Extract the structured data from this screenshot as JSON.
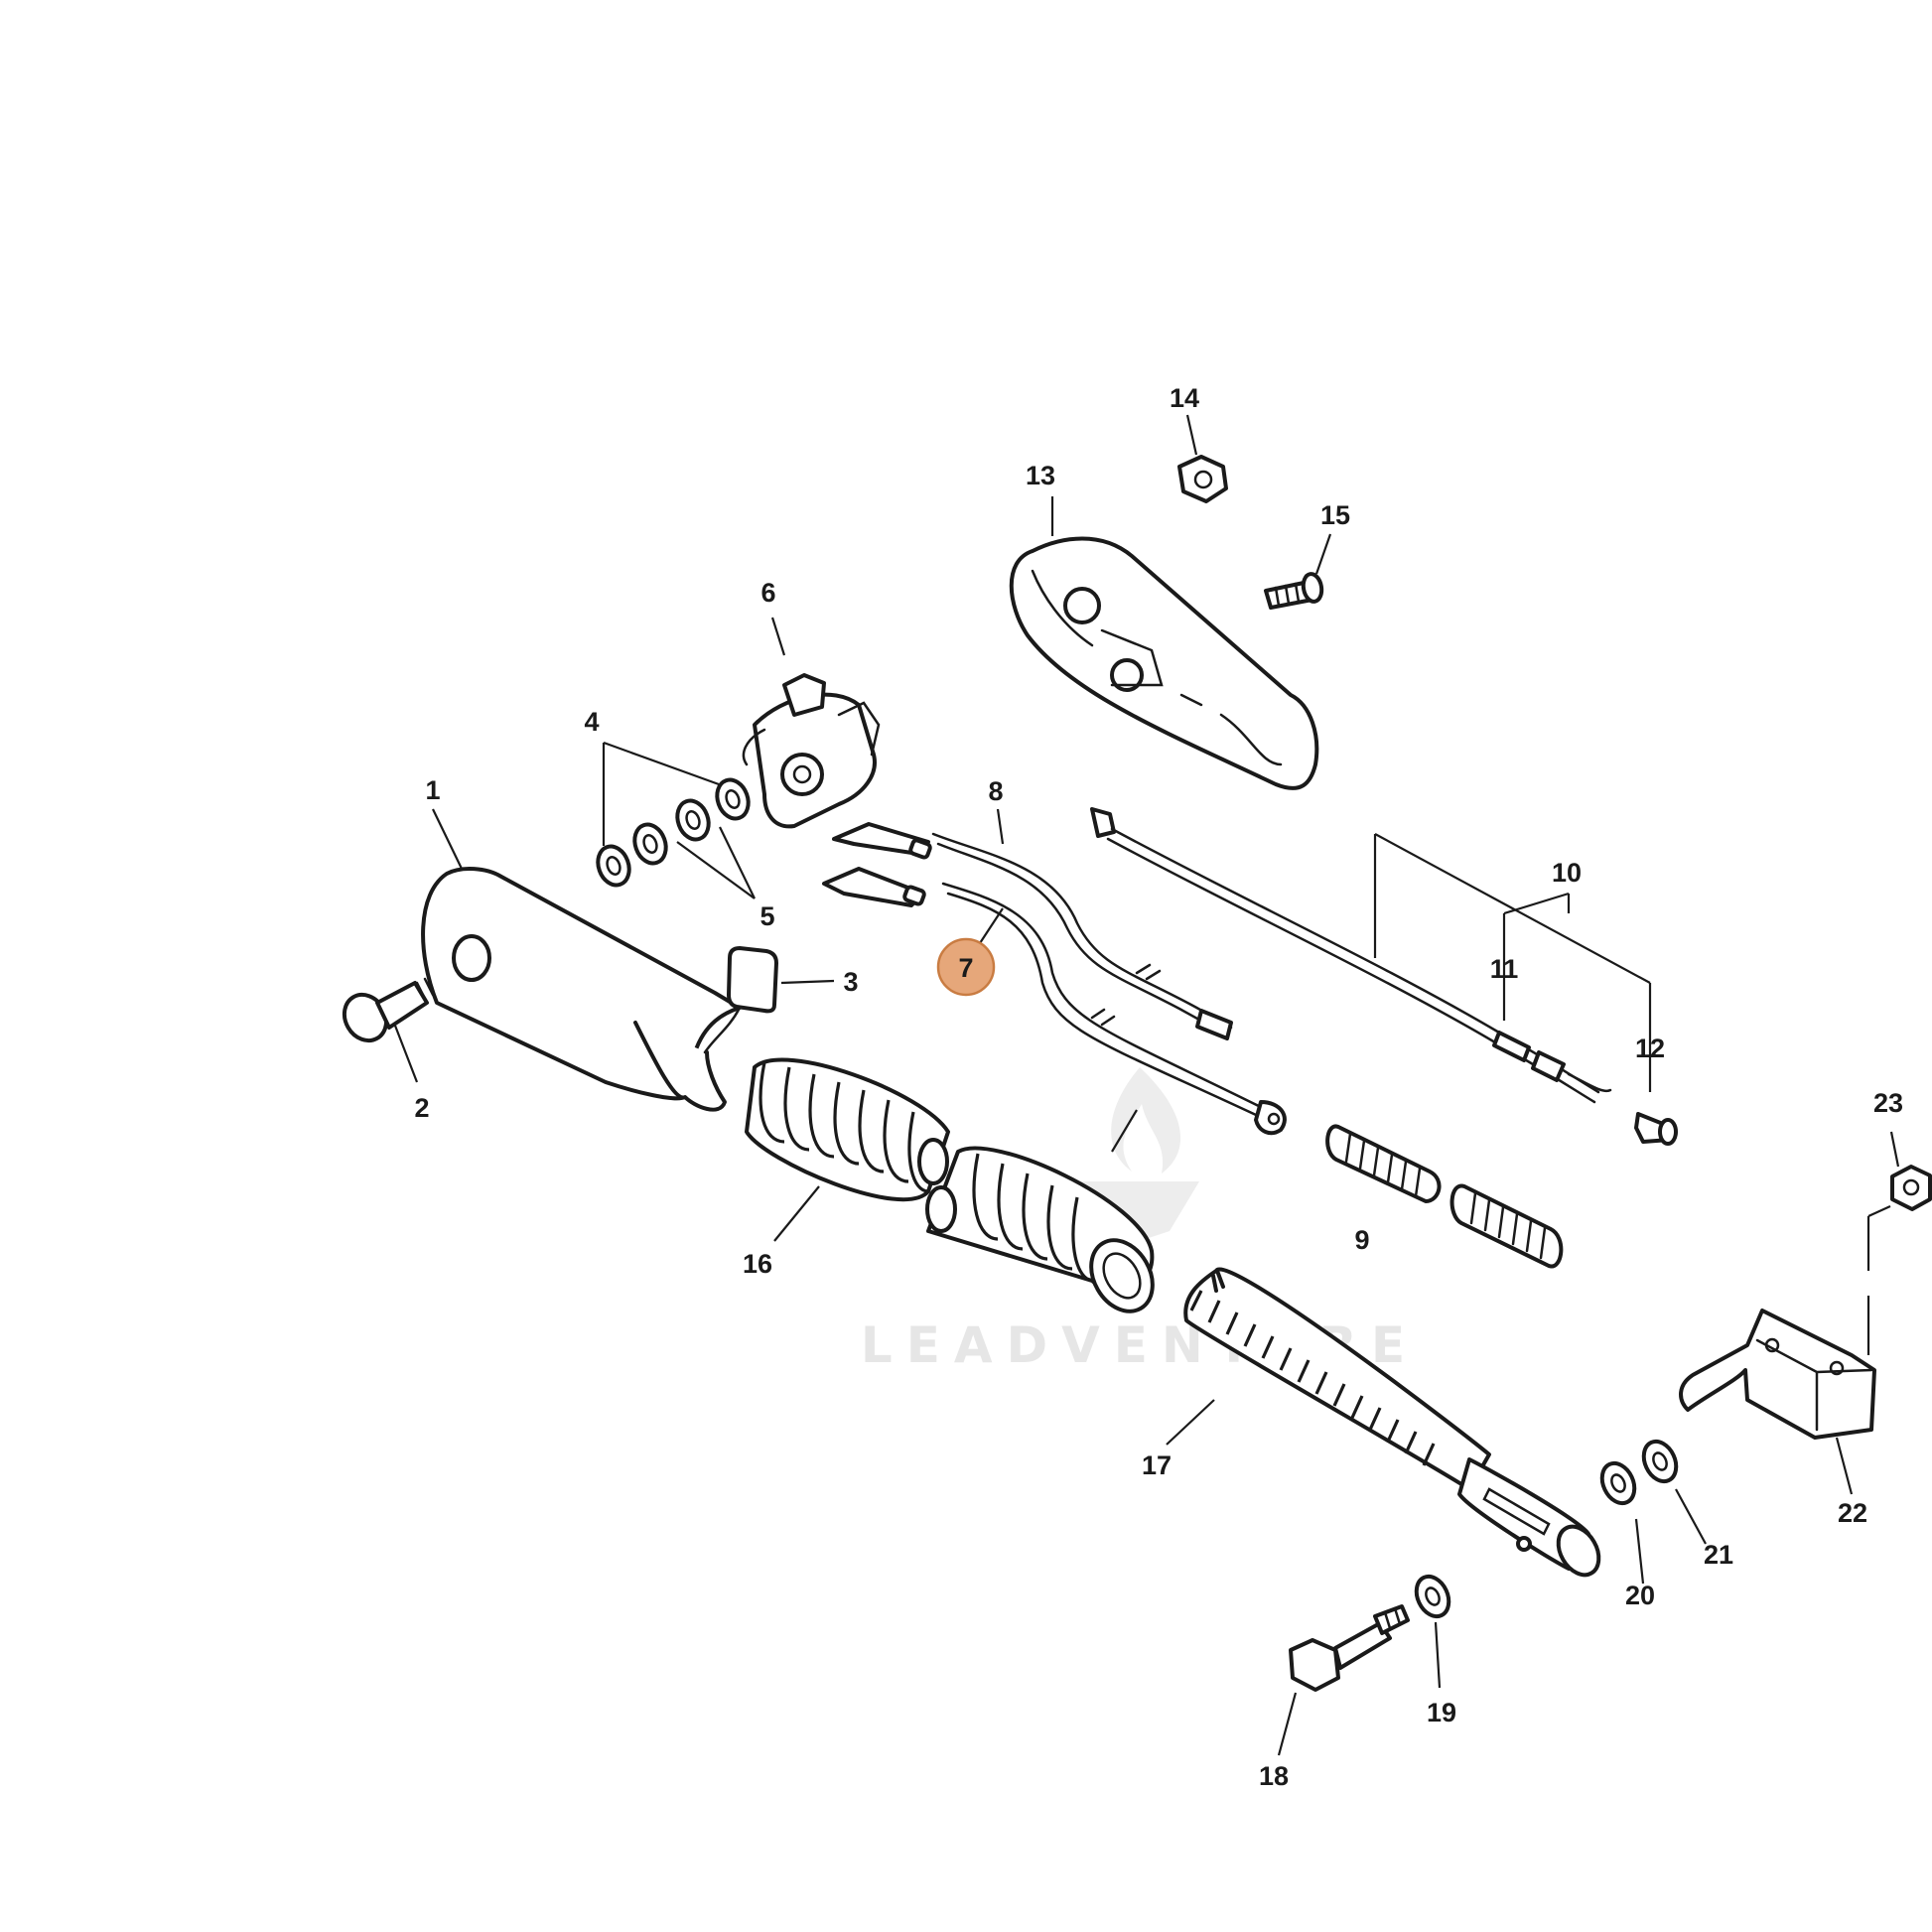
{
  "diagram": {
    "highlight_color": "#e6a77a",
    "highlight_stroke": "#c97c42",
    "watermark": {
      "text": "LEADVENTURE",
      "icon": "flame-logo-icon"
    },
    "callouts": [
      {
        "id": "c1",
        "label": "1"
      },
      {
        "id": "c2",
        "label": "2"
      },
      {
        "id": "c3",
        "label": "3"
      },
      {
        "id": "c4",
        "label": "4"
      },
      {
        "id": "c5",
        "label": "5"
      },
      {
        "id": "c6",
        "label": "6"
      },
      {
        "id": "c7",
        "label": "7",
        "highlighted": true
      },
      {
        "id": "c8",
        "label": "8"
      },
      {
        "id": "c9",
        "label": "9"
      },
      {
        "id": "c10",
        "label": "10"
      },
      {
        "id": "c11",
        "label": "11"
      },
      {
        "id": "c12",
        "label": "12"
      },
      {
        "id": "c13",
        "label": "13"
      },
      {
        "id": "c14",
        "label": "14"
      },
      {
        "id": "c15",
        "label": "15"
      },
      {
        "id": "c16",
        "label": "16"
      },
      {
        "id": "c17",
        "label": "17"
      },
      {
        "id": "c18",
        "label": "18"
      },
      {
        "id": "c19",
        "label": "19"
      },
      {
        "id": "c20",
        "label": "20"
      },
      {
        "id": "c21",
        "label": "21"
      },
      {
        "id": "c22",
        "label": "22"
      },
      {
        "id": "c23",
        "label": "23"
      }
    ]
  }
}
